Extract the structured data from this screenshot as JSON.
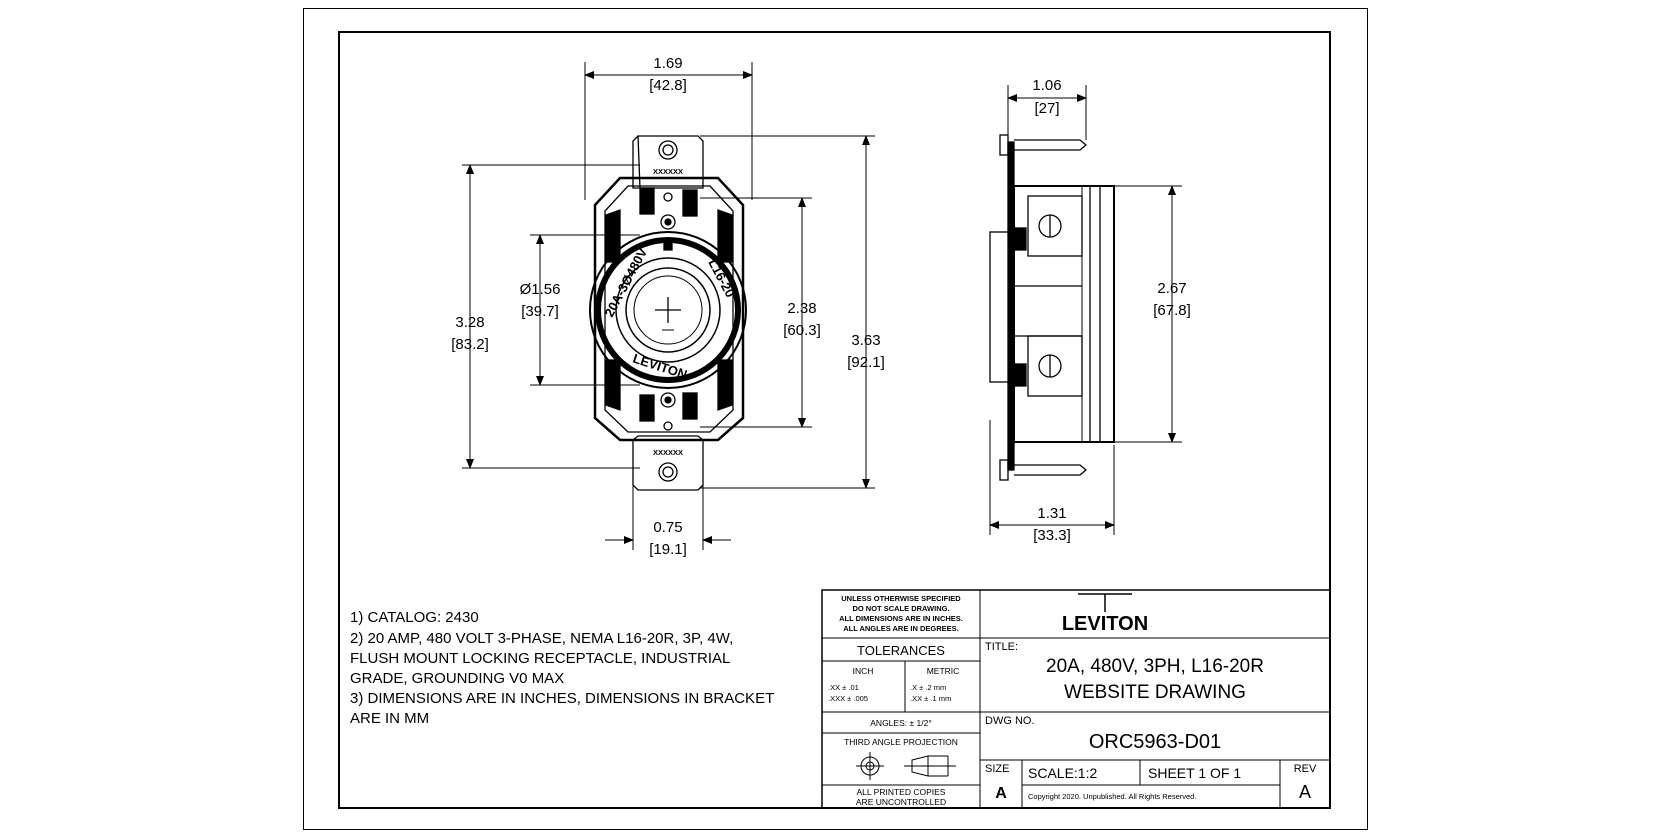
{
  "dimensions": {
    "top_width": {
      "in": "1.69",
      "mm": "[42.8]"
    },
    "bore": {
      "in": "Ø1.56",
      "mm": "[39.7]"
    },
    "mount_spacing": {
      "in": "3.28",
      "mm": "[83.2]"
    },
    "body_height": {
      "in": "2.38",
      "mm": "[60.3]"
    },
    "overall_height": {
      "in": "3.63",
      "mm": "[92.1]"
    },
    "bottom_width": {
      "in": "0.75",
      "mm": "[19.1]"
    },
    "side_top_width": {
      "in": "1.06",
      "mm": "[27]"
    },
    "side_height": {
      "in": "2.67",
      "mm": "[67.8]"
    },
    "side_bottom_width": {
      "in": "1.31",
      "mm": "[33.3]"
    }
  },
  "face_markings": {
    "arc_left": "20A-3Ø480V",
    "arc_right": "L16-20",
    "arc_bottom": "LEVITON",
    "code_top": "XXXXXX",
    "code_bottom": "XXXXXX"
  },
  "notes": [
    "1) CATALOG: 2430",
    "2) 20 AMP, 480 VOLT 3-PHASE, NEMA L16-20R, 3P, 4W,",
    "FLUSH MOUNT LOCKING RECEPTACLE, INDUSTRIAL",
    "GRADE, GROUNDING V0 MAX",
    "3) DIMENSIONS ARE IN INCHES, DIMENSIONS IN BRACKET",
    "ARE IN MM"
  ],
  "title_block": {
    "unless_lines": [
      "UNLESS OTHERWISE SPECIFIED",
      "DO NOT SCALE DRAWING.",
      "ALL DIMENSIONS ARE IN INCHES.",
      "ALL ANGLES ARE IN DEGREES."
    ],
    "tolerances_label": "TOLERANCES",
    "inch_label": "INCH",
    "metric_label": "METRIC",
    "inch_tol_1": ".XX    ± .01",
    "inch_tol_2": ".XXX  ± .005",
    "metric_tol_1": ".X      ± .2 mm",
    "metric_tol_2": ".XX    ± .1 mm",
    "angles": "ANGLES: ± 1/2°",
    "projection": "THIRD ANGLE PROJECTION",
    "copies_1": "ALL PRINTED COPIES",
    "copies_2": "ARE UNCONTROLLED",
    "logo": "LEVITON",
    "title_label": "TITLE:",
    "title_1": "20A, 480V, 3PH, L16-20R",
    "title_2": "WEBSITE DRAWING",
    "dwg_no_label": "DWG NO.",
    "dwg_no": "ORC5963-D01",
    "size_label": "SIZE",
    "size": "A",
    "scale": "SCALE:1:2",
    "sheet": "SHEET 1 OF 1",
    "rev_label": "REV",
    "rev": "A",
    "copyright": "Copyright 2020. Unpublished. All Rights Reserved."
  }
}
